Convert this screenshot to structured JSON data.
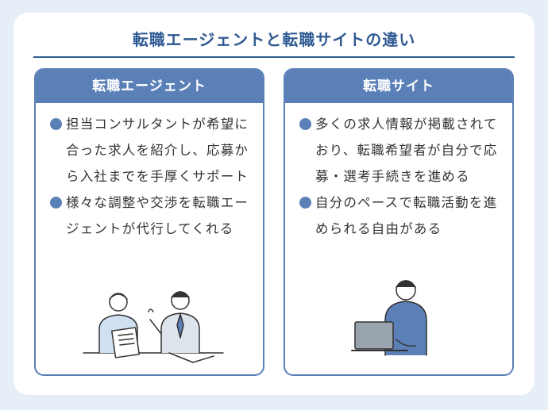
{
  "title": "転職エージェントと転職サイトの違い",
  "colors": {
    "accent": "#5b80b8",
    "title": "#2f5a92",
    "background": "#e6eef8"
  },
  "panels": [
    {
      "heading": "転職エージェント",
      "bullets": [
        {
          "text": "担当コンサルタントが希望に合った求人を紹介し、応募から入社までを手厚くサポート"
        },
        {
          "text": "様々な調整や交渉を転職エージェントが代行してくれる"
        }
      ],
      "illustration": "two-people-meeting"
    },
    {
      "heading": "転職サイト",
      "bullets": [
        {
          "text": "多くの求人情報が掲載されており、転職希望者が自分で応募・選考手続きを進める"
        },
        {
          "text": "自分のペースで転職活動を進められる自由がある"
        }
      ],
      "illustration": "person-with-laptop"
    }
  ]
}
